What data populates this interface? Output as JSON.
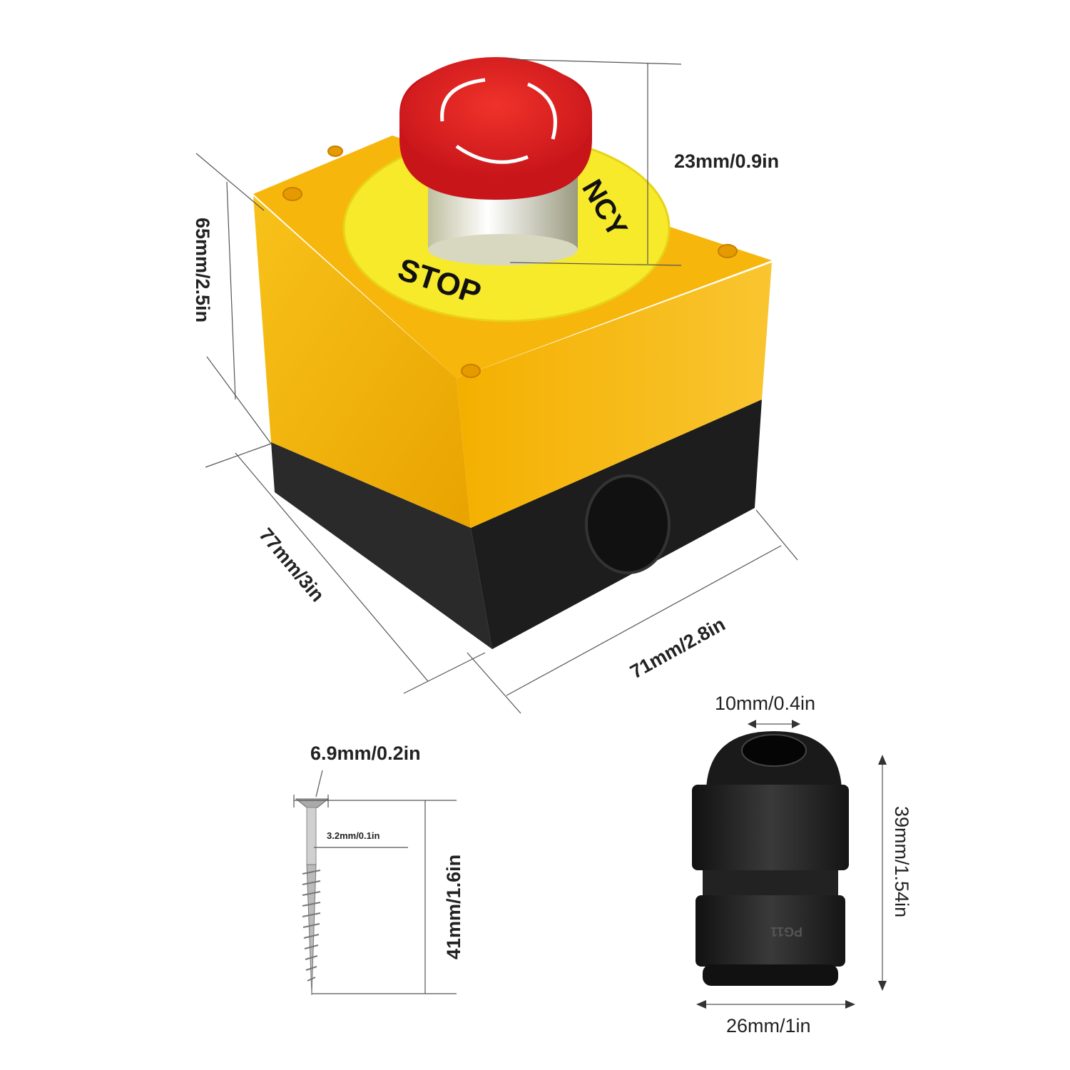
{
  "button_box": {
    "label_stop": "STOP",
    "label_partial": "NCY",
    "dims": {
      "button_height": "23mm/0.9in",
      "box_height": "65mm/2.5in",
      "box_depth": "77mm/3in",
      "box_width": "71mm/2.8in"
    }
  },
  "screw": {
    "head_width": "6.9mm/0.2in",
    "shank_diameter": "3.2mm/0.1in",
    "length": "41mm/1.6in"
  },
  "cable_gland": {
    "marking": "PG11",
    "hole_diameter": "10mm/0.4in",
    "height": "39mm/1.54in",
    "width": "26mm/1in"
  },
  "colors": {
    "yellow": "#f5b400",
    "red": "#e5231f",
    "black": "#1c1c1c",
    "disc": "#f7ea2a"
  }
}
